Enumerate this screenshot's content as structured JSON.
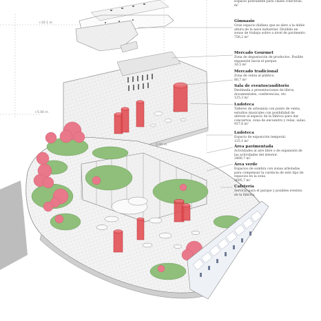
{
  "levels": {
    "top": "+10.1 m",
    "mid": "+5.00 m",
    "ground": "0.00 m"
  },
  "legend": [
    {
      "title": "",
      "lines": [
        "Espacio polivalente para clases colectivas.",
        "  m²"
      ]
    },
    {
      "title": "Gimnasio",
      "lines": [
        "Gran espacio diáfano que se abre a la doble",
        "altura de la nave industrial. Dividido en",
        "zonas de trabajo sobre a nivel de pavimento.",
        "756,2 m²"
      ]
    },
    {
      "title": "Mercado Gourmet",
      "lines": [
        "Zona de degustación de productos. Posible",
        "expansión hacia el parque.",
        "16.5 m²"
      ]
    },
    {
      "title": "Mercado tradicional",
      "lines": [
        "Zona de venta al público.",
        "80,7 m²"
      ]
    },
    {
      "title": "Sala de eventos/auditorio",
      "lines": [
        "Destinada a presentaciones de libros,",
        "documentales, conferencias, etc.",
        "125,3 m²"
      ]
    },
    {
      "title": "Ludoteca",
      "lines": [
        "Talleres de artesanía con punto de venta,",
        "estudios musicales con posibilidad de",
        "abrirse al espacio de la fábrica para dar",
        "conciertos, zona de encuentro y relax, aulas.",
        "937,6 m²"
      ]
    },
    {
      "title": "Ludoteca",
      "lines": [
        "Espacio de exposición temporal.",
        "125,1 m²"
      ]
    },
    {
      "title": "Área pavimentada",
      "lines": [
        "Actividades al aire libre o de expansión de",
        "las actividades del interior.",
        "2480,7 m²"
      ]
    },
    {
      "title": "Área verde",
      "lines": [
        "Espacios de sombra con zonas arboladas",
        "para compensar la carencia de este tipo de",
        "espacios en la zona",
        "2695,7 m²"
      ]
    },
    {
      "title": "Cafetería",
      "lines": [
        "Servicio para el parque y posibles eventos",
        "de la fábrica."
      ]
    }
  ],
  "colors": {
    "accent_red": "#e0474c",
    "tree_pink": "#e8788a",
    "grass": "#8fbf7a",
    "floor": "#f3f3f3",
    "line": "#9a9a9a",
    "shadow": "#bdbdbd"
  }
}
